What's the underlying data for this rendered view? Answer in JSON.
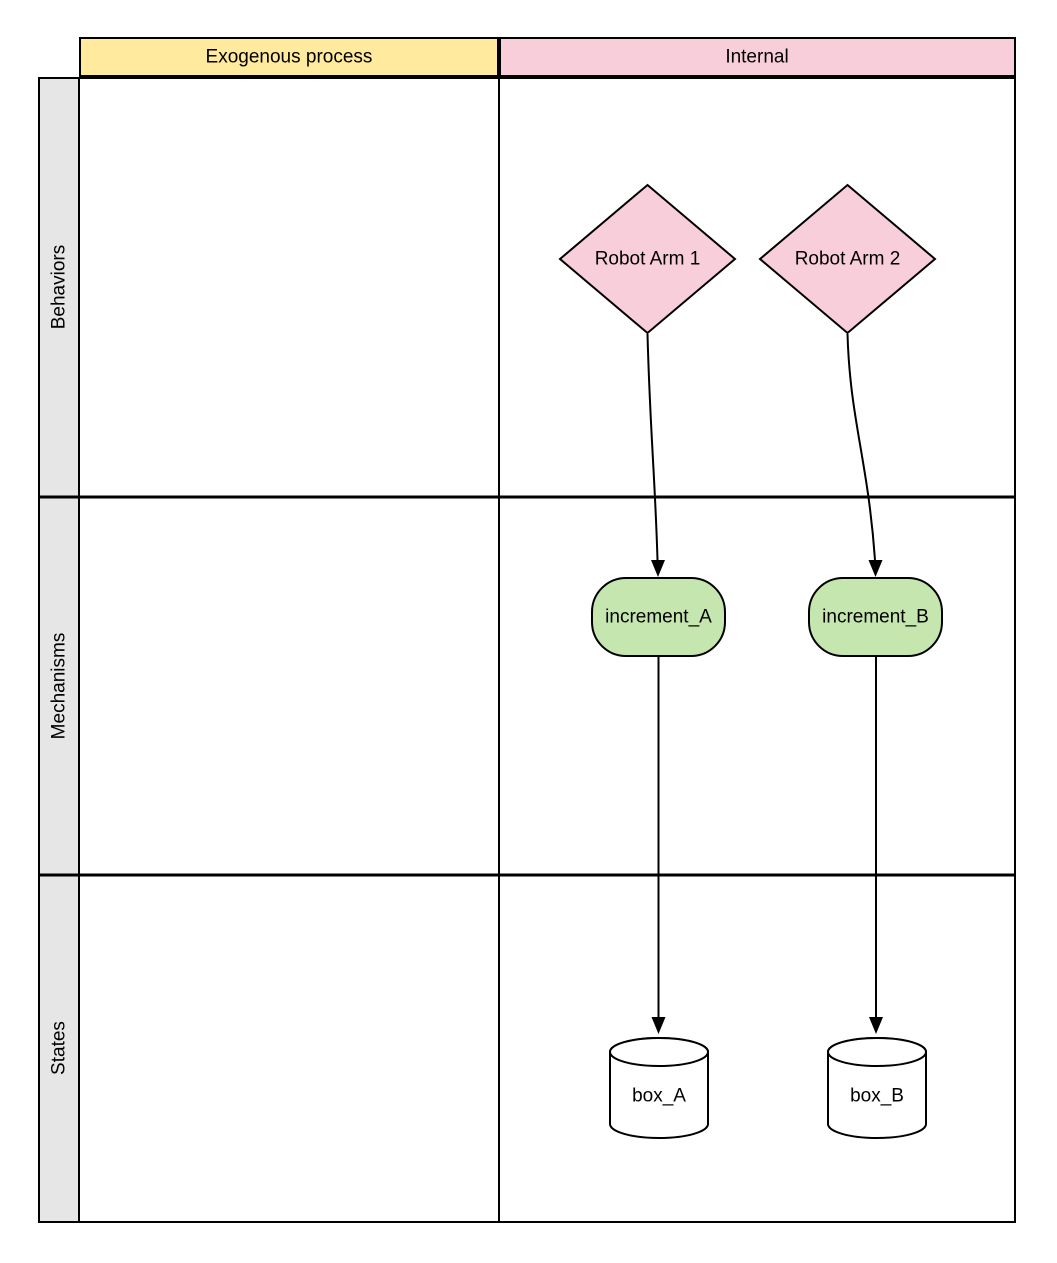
{
  "diagram": {
    "columns": [
      {
        "id": "exogenous",
        "label": "Exogenous process",
        "fill": "#FFEA9D"
      },
      {
        "id": "internal",
        "label": "Internal",
        "fill": "#F8CEDA"
      }
    ],
    "lanes": [
      {
        "id": "behaviors",
        "label": "Behaviors"
      },
      {
        "id": "mechanisms",
        "label": "Mechanisms"
      },
      {
        "id": "states",
        "label": "States"
      }
    ],
    "nodes": [
      {
        "id": "robot-arm-1",
        "label": "Robot Arm 1",
        "shape": "diamond",
        "fill": "#F8CEDA",
        "lane": "Behaviors",
        "column": "Internal"
      },
      {
        "id": "robot-arm-2",
        "label": "Robot Arm 2",
        "shape": "diamond",
        "fill": "#F8CEDA",
        "lane": "Behaviors",
        "column": "Internal"
      },
      {
        "id": "increment-a",
        "label": "increment_A",
        "shape": "rounded",
        "fill": "#C5E6AE",
        "lane": "Mechanisms",
        "column": "Internal"
      },
      {
        "id": "increment-b",
        "label": "increment_B",
        "shape": "rounded",
        "fill": "#C5E6AE",
        "lane": "Mechanisms",
        "column": "Internal"
      },
      {
        "id": "box-a",
        "label": "box_A",
        "shape": "cylinder",
        "fill": "#FFFFFF",
        "lane": "States",
        "column": "Internal"
      },
      {
        "id": "box-b",
        "label": "box_B",
        "shape": "cylinder",
        "fill": "#FFFFFF",
        "lane": "States",
        "column": "Internal"
      }
    ],
    "edges": [
      {
        "from": "Robot Arm 1",
        "to": "increment_A"
      },
      {
        "from": "Robot Arm 2",
        "to": "increment_B"
      },
      {
        "from": "increment_A",
        "to": "box_A"
      },
      {
        "from": "increment_B",
        "to": "box_B"
      }
    ],
    "colors": {
      "lane_label_fill": "#E6E6E6",
      "stroke": "#000000",
      "text": "#000000",
      "background": "#FFFFFF"
    }
  }
}
